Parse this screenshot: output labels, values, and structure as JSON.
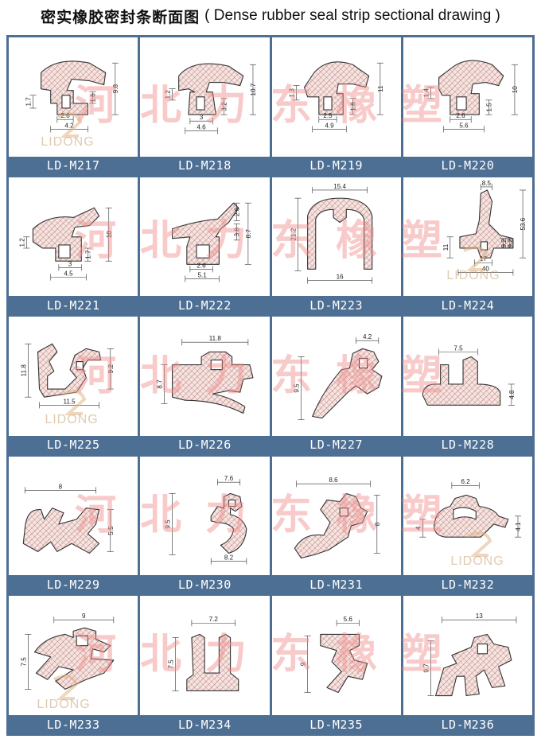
{
  "title": {
    "chinese": "密实橡胶密封条断面图",
    "english": "( Dense rubber seal strip sectional drawing )"
  },
  "watermark": {
    "text": "河北力东橡塑",
    "logo_text": "LIDONG"
  },
  "colors": {
    "frame": "#4d6f93",
    "label_text": "#ffffff",
    "profile_fill": "#f6e4e0",
    "hatch": "#a05a5a",
    "watermark": "#f08c8c"
  },
  "items": [
    {
      "code": "LD-M217",
      "dims": [
        "9.8",
        "1.7",
        "1.6",
        "2.6",
        "4.2"
      ]
    },
    {
      "code": "LD-M218",
      "dims": [
        "10.7",
        "1.2",
        "3.2",
        "3",
        "4.6"
      ]
    },
    {
      "code": "LD-M219",
      "dims": [
        "11",
        "1.3",
        "1.8",
        "2.5",
        "4.9"
      ]
    },
    {
      "code": "LD-M220",
      "dims": [
        "10",
        "1.4",
        "1.5",
        "2.6",
        "5.6"
      ]
    },
    {
      "code": "LD-M221",
      "dims": [
        "10",
        "1.2",
        "1.7",
        "3",
        "4.5"
      ]
    },
    {
      "code": "LD-M222",
      "dims": [
        "2.6",
        "3.8",
        "8.7",
        "2.6",
        "5.1"
      ]
    },
    {
      "code": "LD-M223",
      "dims": [
        "15.4",
        "21.2",
        "16"
      ]
    },
    {
      "code": "LD-M224",
      "dims": [
        "8.5",
        "53.6",
        "11",
        "9.2",
        "9.2",
        "17",
        "40"
      ]
    },
    {
      "code": "LD-M225",
      "dims": [
        "11.8",
        "9.2",
        "11.5"
      ]
    },
    {
      "code": "LD-M226",
      "dims": [
        "11.8",
        "8.7"
      ]
    },
    {
      "code": "LD-M227",
      "dims": [
        "4.2",
        "9.5"
      ]
    },
    {
      "code": "LD-M228",
      "dims": [
        "7.5",
        "4.8"
      ]
    },
    {
      "code": "LD-M229",
      "dims": [
        "8",
        "5.5"
      ]
    },
    {
      "code": "LD-M230",
      "dims": [
        "7.6",
        "9.5",
        "8.2"
      ]
    },
    {
      "code": "LD-M231",
      "dims": [
        "8.6",
        "8"
      ]
    },
    {
      "code": "LD-M232",
      "dims": [
        "6.2",
        "4",
        "4.1"
      ]
    },
    {
      "code": "LD-M233",
      "dims": [
        "9",
        "7.5"
      ]
    },
    {
      "code": "LD-M234",
      "dims": [
        "7.2",
        "7.5"
      ]
    },
    {
      "code": "LD-M235",
      "dims": [
        "5.6",
        "9"
      ]
    },
    {
      "code": "LD-M236",
      "dims": [
        "13",
        "9.7"
      ]
    }
  ]
}
